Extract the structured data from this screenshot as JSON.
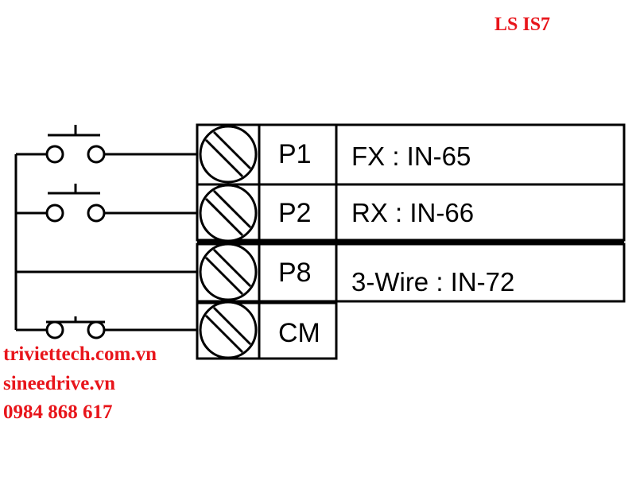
{
  "title": "LS IS7",
  "terminals": [
    {
      "label": "P1",
      "function": "FX : IN-65",
      "switch": "pushbutton-no"
    },
    {
      "label": "P2",
      "function": "RX : IN-66",
      "switch": "pushbutton-no"
    },
    {
      "label": "P8",
      "function": "3-Wire : IN-72",
      "switch": "none"
    },
    {
      "label": "CM",
      "function": "",
      "switch": "pushbutton-nc"
    }
  ],
  "watermark": {
    "line1": "triviettech.com.vn",
    "line2": "sineedrive.vn",
    "line3": "0984 868 617"
  },
  "colors": {
    "accent": "#e8151b",
    "line": "#000000",
    "background": "#ffffff"
  }
}
